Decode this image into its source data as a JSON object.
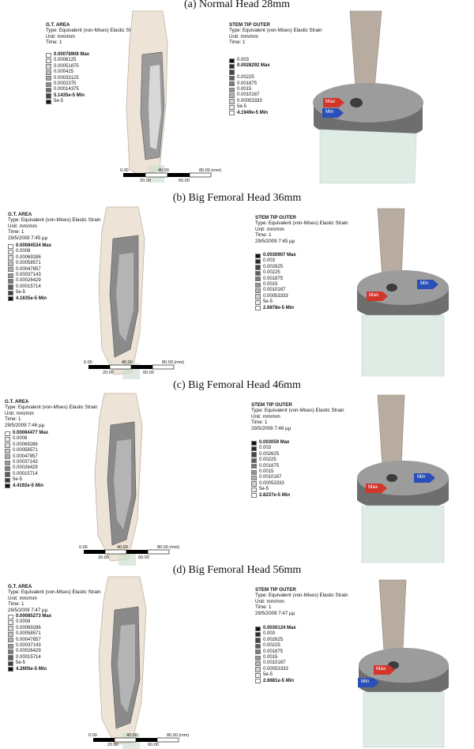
{
  "figure": {
    "panels": [
      {
        "title": "(a) Normal Head 28mm",
        "gt": {
          "name": "G.T. AREA",
          "type": "Type: Equivalent (von-Mises) Elastic Strain",
          "unit": "Unit: mm/mm",
          "time": "Time: 1",
          "date": "",
          "items": [
            "0.00078908 Max",
            "0.0006125",
            "0.00051875",
            "0.000425",
            "0.00033125",
            "0.0002375",
            "0.00014375",
            "5.1435e-5 Min",
            "5e-5"
          ],
          "colors": [
            "#ffffff",
            "#eeeeee",
            "#d8d8d8",
            "#c0c0c0",
            "#a8a8a8",
            "#8c8c8c",
            "#6c6c6c",
            "#444444",
            "#141414"
          ]
        },
        "stem": {
          "name": "STEM TIP OUTER",
          "type": "Type: Equivalent (von-Mises) Elastic Strain",
          "unit": "Unit: mm/mm",
          "time": "Time: 1",
          "date": "",
          "items": [
            "0.003",
            "0.0028292 Max",
            "",
            "0.00225",
            "0.001875",
            "0.0015",
            "0.0010167",
            "0.00053333",
            "5e-5",
            "4.1949e-5 Min"
          ],
          "colors": [
            "#111111",
            "#2a2a2a",
            "#444444",
            "#5e5e5e",
            "#7a7a7a",
            "#969696",
            "#b4b4b4",
            "#d0d0d0",
            "#ececec",
            "#ffffff"
          ]
        },
        "scalebar": {
          "t0": "0.00",
          "t1": "40.00",
          "t2": "80.00 (mm)",
          "t3": "20.00",
          "t4": "60.00"
        },
        "max_label": "Max",
        "min_label": "Min"
      },
      {
        "title": "(b) Big Femoral Head 36mm",
        "gt": {
          "name": "G.T. AREA",
          "type": "Type: Equivalent (von-Mises) Elastic Strain",
          "unit": "Unit: mm/mm",
          "time": "Time: 1",
          "date": "29/5/2009 7:45 μμ",
          "items": [
            "0.00084534 Max",
            "0.0008",
            "0.00069286",
            "0.00058571",
            "0.00047857",
            "0.00037143",
            "0.00026429",
            "0.00015714",
            "5e-5",
            "4.1635e-5 Min"
          ],
          "colors": [
            "#ffffff",
            "#eeeeee",
            "#dcdcdc",
            "#c8c8c8",
            "#b2b2b2",
            "#9a9a9a",
            "#7e7e7e",
            "#606060",
            "#3c3c3c",
            "#111111"
          ]
        },
        "stem": {
          "name": "STEM TIP OUTER",
          "type": "Type: Equivalent (von-Mises) Elastic Strain",
          "unit": "Unit: mm/mm",
          "time": "Time: 1",
          "date": "29/5/2009 7:45 μμ",
          "items": [
            "0.0030907 Max",
            "0.003",
            "0.002625",
            "0.00225",
            "0.001875",
            "0.0015",
            "0.0010167",
            "0.00053333",
            "5e-5",
            "2.6878e-5 Min"
          ],
          "colors": [
            "#111111",
            "#2a2a2a",
            "#444444",
            "#5e5e5e",
            "#7a7a7a",
            "#969696",
            "#b4b4b4",
            "#d0d0d0",
            "#ececec",
            "#ffffff"
          ]
        },
        "scalebar": {
          "t0": "0.00",
          "t1": "40.00",
          "t2": "80.00 (mm)",
          "t3": "20.00",
          "t4": "60.00"
        },
        "max_label": "Max",
        "min_label": "Min"
      },
      {
        "title": "(c) Big Femoral Head 46mm",
        "gt": {
          "name": "G.T. AREA",
          "type": "Type: Equivalent (von-Mises) Elastic Strain",
          "unit": "Unit: mm/mm",
          "time": "Time: 1",
          "date": "29/5/2009 7:46 μμ",
          "items": [
            "0.00084477 Max",
            "0.0008",
            "0.00069286",
            "0.00058571",
            "0.00047857",
            "0.00037143",
            "0.00026429",
            "0.00015714",
            "5e-5",
            "4.4192e-5 Min"
          ],
          "colors": [
            "#ffffff",
            "#eeeeee",
            "#dcdcdc",
            "#c8c8c8",
            "#b2b2b2",
            "#9a9a9a",
            "#7e7e7e",
            "#606060",
            "#3c3c3c",
            "#111111"
          ]
        },
        "stem": {
          "name": "STEM TIP OUTER",
          "type": "Type: Equivalent (von-Mises) Elastic Strain",
          "unit": "Unit: mm/mm",
          "time": "Time: 1",
          "date": "29/5/2009 7:46 μμ",
          "items": [
            "0.003059 Max",
            "0.003",
            "0.002625",
            "0.00225",
            "0.001875",
            "0.0015",
            "0.0010167",
            "0.00053333",
            "5e-5",
            "2.8237e-5 Min"
          ],
          "colors": [
            "#111111",
            "#2a2a2a",
            "#444444",
            "#5e5e5e",
            "#7a7a7a",
            "#969696",
            "#b4b4b4",
            "#d0d0d0",
            "#ececec",
            "#ffffff"
          ]
        },
        "scalebar": {
          "t0": "0.00",
          "t1": "40.00",
          "t2": "80.00 (mm)",
          "t3": "20.00",
          "t4": "60.00"
        },
        "max_label": "Max",
        "min_label": "Min"
      },
      {
        "title": "(d) Big Femoral Head 56mm",
        "gt": {
          "name": "G.T. AREA",
          "type": "Type: Equivalent (von-Mises) Elastic Strain",
          "unit": "Unit: mm/mm",
          "time": "Time: 1",
          "date": "29/5/2009 7:47 μμ",
          "items": [
            "0.00085273 Max",
            "0.0008",
            "0.00069286",
            "0.00058571",
            "0.00047857",
            "0.00037143",
            "0.00026429",
            "0.00015714",
            "5e-5",
            "4.2605e-5 Min"
          ],
          "colors": [
            "#ffffff",
            "#eeeeee",
            "#dcdcdc",
            "#c8c8c8",
            "#b2b2b2",
            "#9a9a9a",
            "#7e7e7e",
            "#606060",
            "#3c3c3c",
            "#111111"
          ]
        },
        "stem": {
          "name": "STEM TIP OUTER",
          "type": "Type: Equivalent (von-Mises) Elastic Strain",
          "unit": "Unit: mm/mm",
          "time": "Time: 1",
          "date": "29/5/2009 7:47 μμ",
          "items": [
            "0.0030124 Max",
            "0.003",
            "0.002625",
            "0.00225",
            "0.001875",
            "0.0015",
            "0.0010167",
            "0.00053333",
            "5e-5",
            "2.6681e-5 Min"
          ],
          "colors": [
            "#111111",
            "#2a2a2a",
            "#444444",
            "#5e5e5e",
            "#7a7a7a",
            "#969696",
            "#b4b4b4",
            "#d0d0d0",
            "#ececec",
            "#ffffff"
          ]
        },
        "scalebar": {
          "t0": "0.00",
          "t1": "40.00",
          "t2": "80.00 (mm)",
          "t3": "20.00",
          "t4": "60.00"
        },
        "max_label": "Max",
        "min_label": "Min"
      }
    ],
    "colors": {
      "max_marker": "#d2362b",
      "min_marker": "#2b4fb8",
      "bone_fill": "#e8ddcf"
    }
  }
}
